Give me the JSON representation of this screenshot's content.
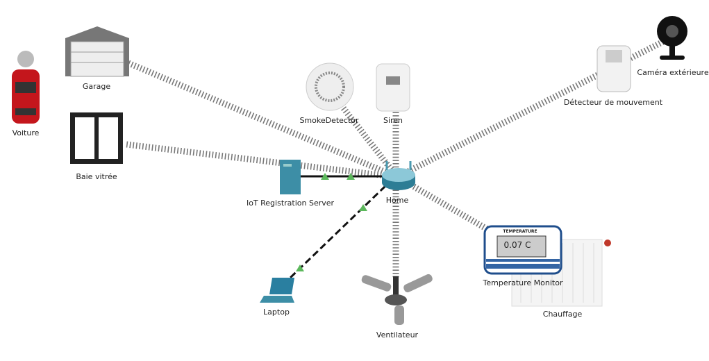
{
  "devices": {
    "voiture": "Voiture",
    "garage": "Garage",
    "baie": "Baie vitrée",
    "server": "IoT Registration Server",
    "smoke": "SmokeDetector",
    "siren": "Siren",
    "detecteur": "Détecteur de mouvement",
    "camera": "Caméra extérieure",
    "home": "Home",
    "laptop": "Laptop",
    "ventilateur": "Ventilateur",
    "temp_monitor": "Temperature Monitor",
    "chauffage": "Chauffage"
  },
  "temperature": {
    "title": "TEMPERATURE",
    "value": "0.07 C"
  },
  "colors": {
    "link_up": "#5cb85c",
    "wireless": "#777777",
    "router": "#4a9ab0"
  }
}
